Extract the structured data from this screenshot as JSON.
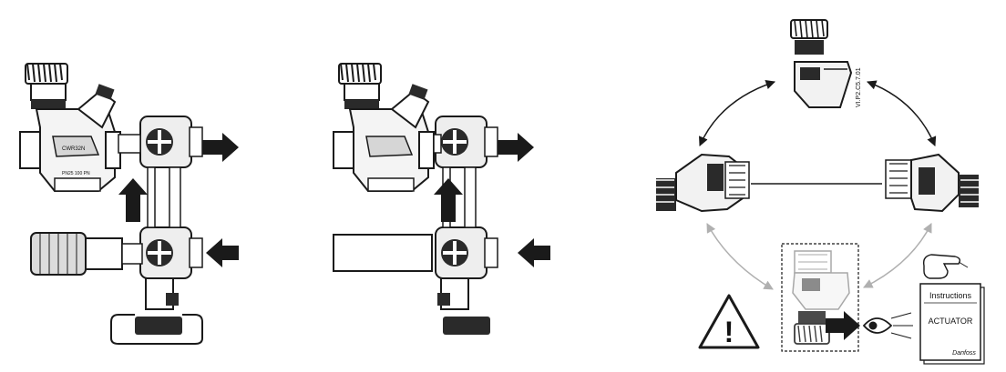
{
  "figure": {
    "code_label": "VI.P2.C5.7.01",
    "panels": [
      "assembly-with-valve",
      "assembly-with-spacer",
      "orientation-guide"
    ]
  },
  "manual": {
    "title": "Instructions",
    "subtitle": "ACTUATOR",
    "brand": "Danfoss"
  },
  "valve_markings": {
    "text1": "CWR32N",
    "text2": "PN25 100 PN"
  },
  "warning": {
    "symbol": "!"
  },
  "colors": {
    "line": "#1a1a1a",
    "gray_arrow": "#b0b0b0",
    "body_fill": "#e6e6e6",
    "dark_fill": "#2a2a2a"
  },
  "icons": {
    "warning": "warning-triangle-icon",
    "eye": "eye-icon",
    "hand": "pointing-hand-icon",
    "flow": "flow-arrow-icon"
  }
}
